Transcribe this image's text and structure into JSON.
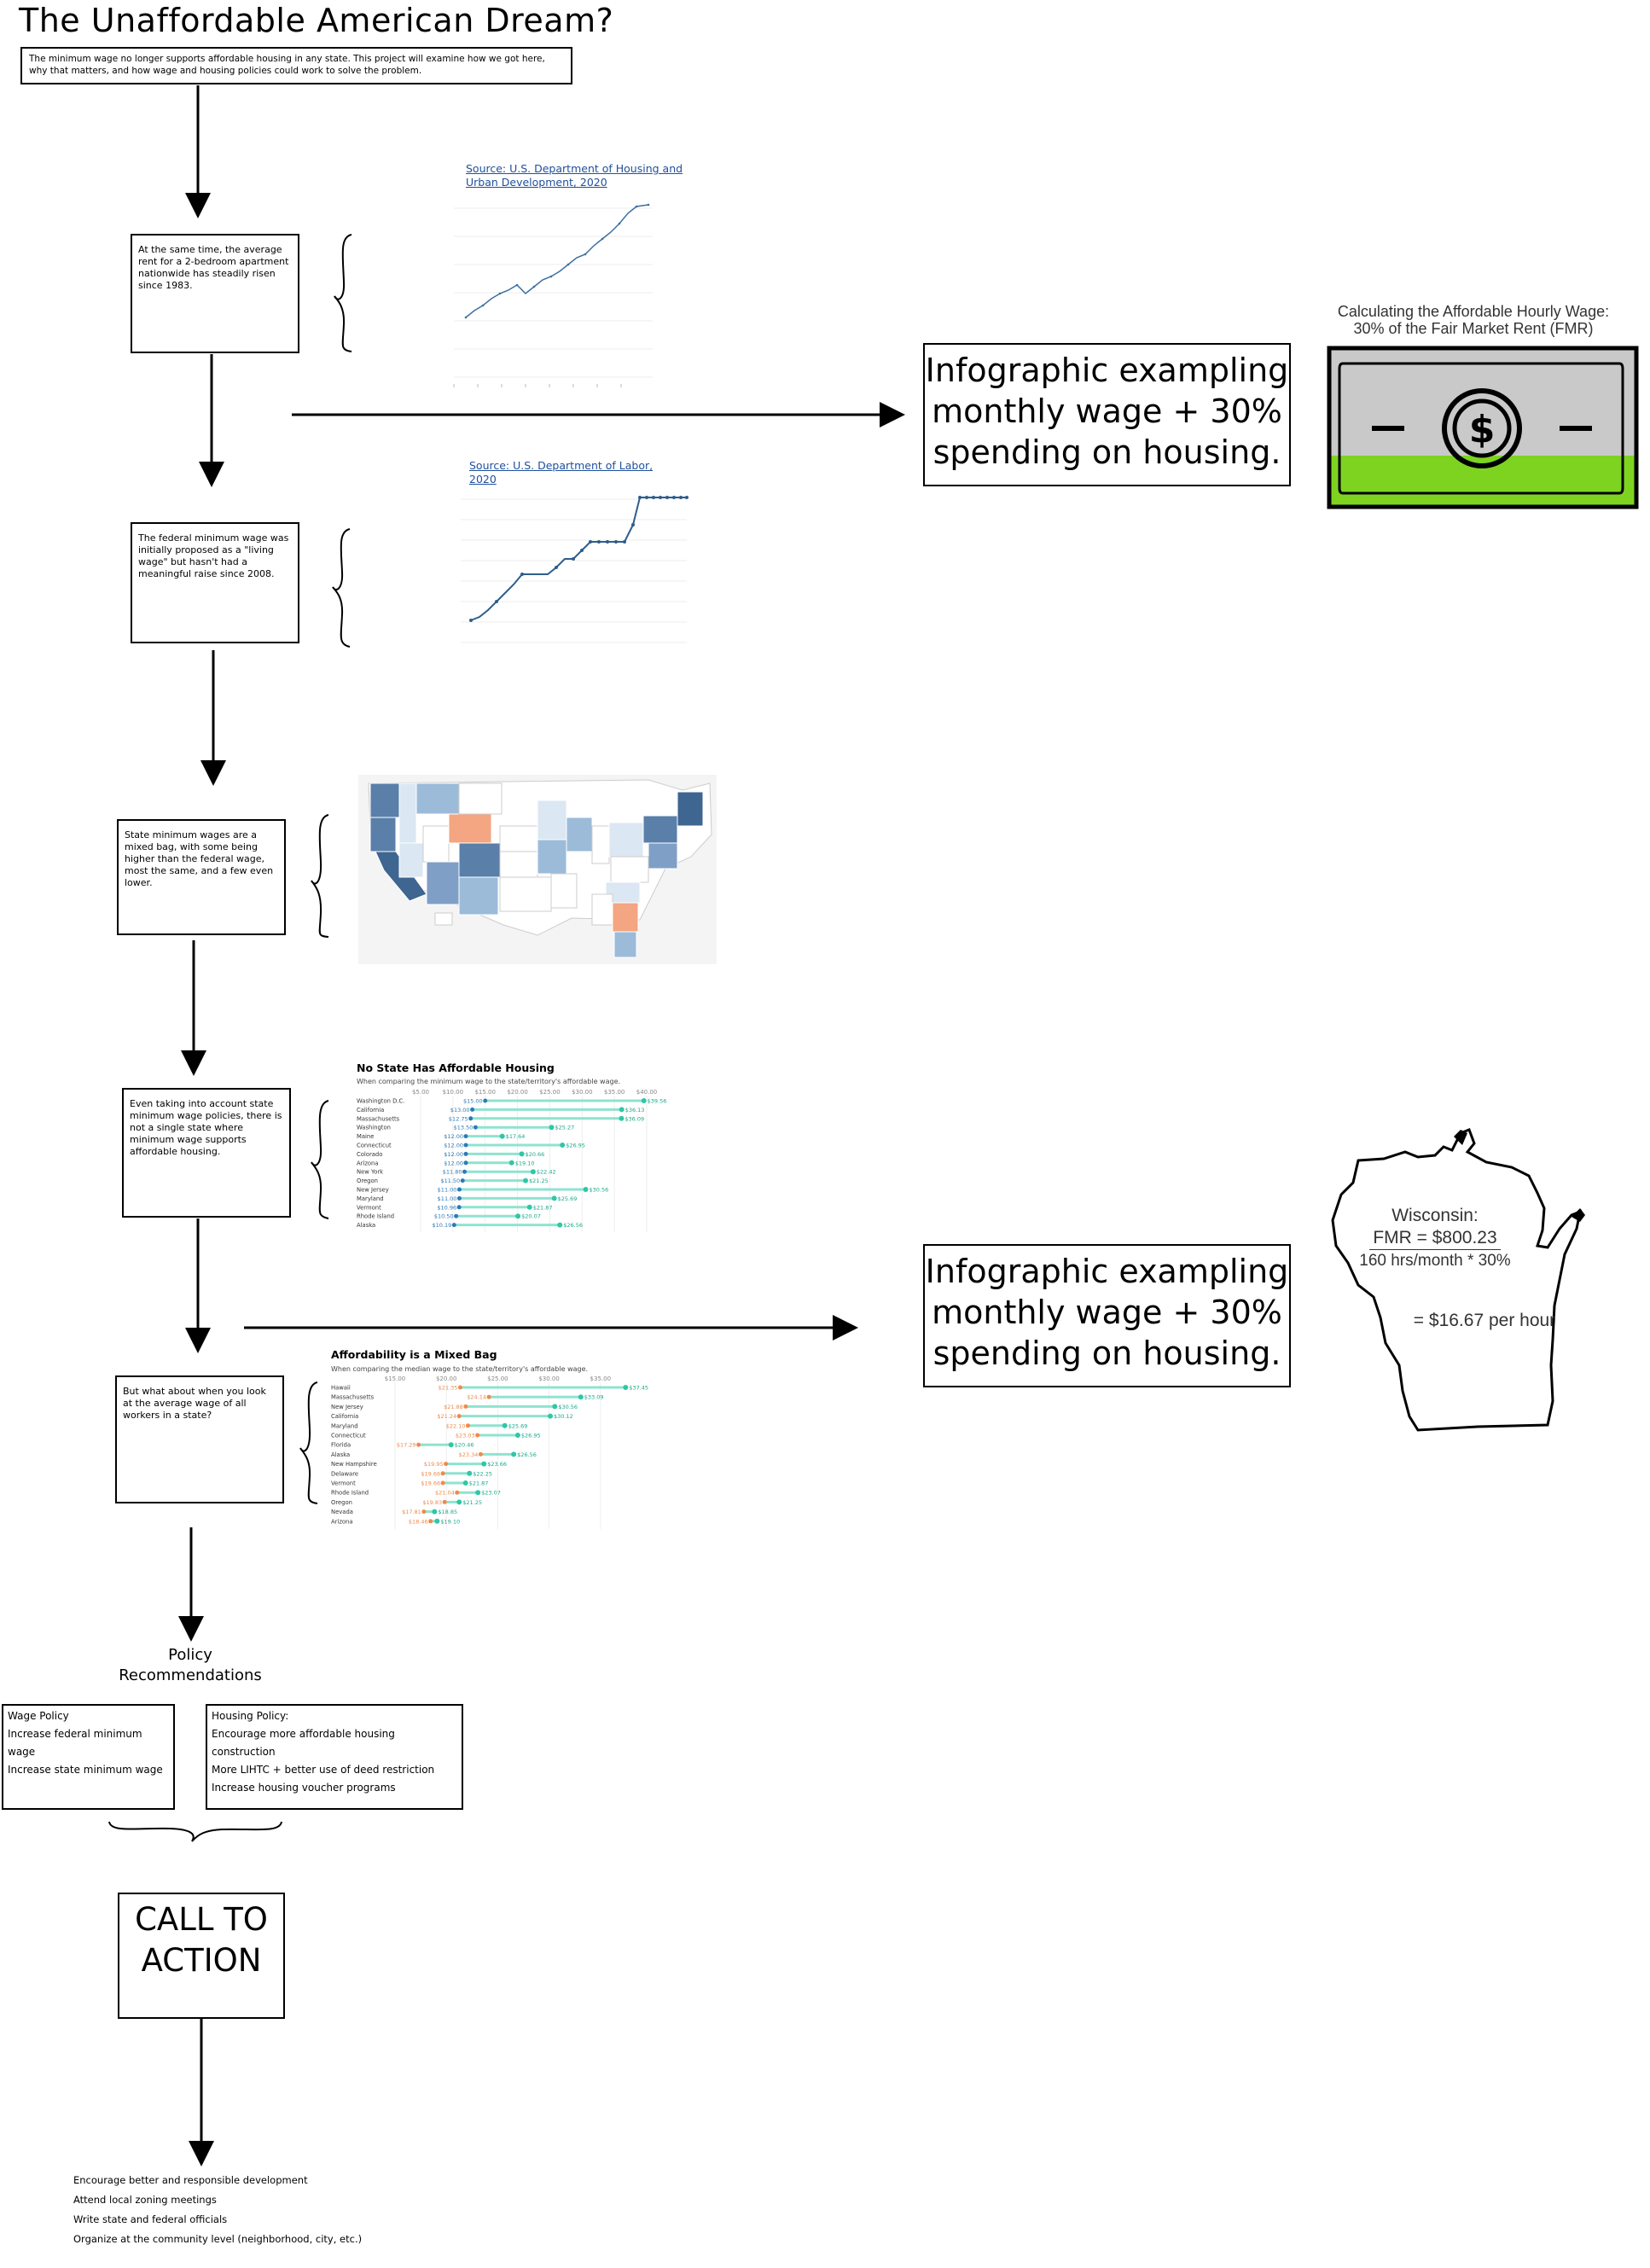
{
  "title": "The Unaffordable American Dream?",
  "intro": "The minimum wage no longer supports affordable housing in any state. This project will examine how we got here, why that matters, and how wage and housing policies could work to solve the problem.",
  "steps": [
    "At the same time, the average rent for a 2-bedroom apartment nationwide has steadily risen since 1983.",
    "The federal minimum wage was initially proposed as a \"living wage\" but hasn't had a meaningful raise since 2008.",
    "State minimum wages are a mixed bag, with some being higher than the federal wage, most the same, and a few even lower.",
    "Even taking into account state minimum wage policies, there is not a single state where minimum wage supports affordable housing.",
    "But what about when you look at the average wage of all workers in a state?"
  ],
  "sources": {
    "hud": "Source: U.S. Department of Housing and Urban Development, 2020",
    "labor": "Source: U.S. Department of Labor, 2020"
  },
  "infographic_text": "Infographic exampling monthly wage + 30% spending on housing.",
  "money_caption": {
    "line1": "Calculating the Affordable Hourly Wage:",
    "line2": "30% of the Fair Market Rent (FMR)"
  },
  "money_icon": "dollar-bill-icon",
  "wisconsin": {
    "label": "Wisconsin:",
    "numerator": "FMR = $800.23",
    "denominator": "160 hrs/month * 30%",
    "result": "= $16.67 per hour"
  },
  "chart_data": [
    {
      "type": "lollipop",
      "title": "No State Has Affordable Housing",
      "subtitle": "When comparing the minimum wage to the state/territory's affordable wage.",
      "x_ticks": [
        "$5.00",
        "$10.00",
        "$15.00",
        "$20.00",
        "$25.00",
        "$30.00",
        "$35.00",
        "$40.00"
      ],
      "rows": [
        {
          "state": "Washington D.C.",
          "min_wage": "$15.00",
          "affordable": "$39.56"
        },
        {
          "state": "California",
          "min_wage": "$13.00",
          "affordable": "$36.13"
        },
        {
          "state": "Massachusetts",
          "min_wage": "$12.75",
          "affordable": "$36.09"
        },
        {
          "state": "Washington",
          "min_wage": "$13.50",
          "affordable": "$25.27"
        },
        {
          "state": "Maine",
          "min_wage": "$12.00",
          "affordable": "$17.64"
        },
        {
          "state": "Connecticut",
          "min_wage": "$12.00",
          "affordable": "$26.95"
        },
        {
          "state": "Colorado",
          "min_wage": "$12.00",
          "affordable": "$20.66"
        },
        {
          "state": "Arizona",
          "min_wage": "$12.00",
          "affordable": "$19.10"
        },
        {
          "state": "New York",
          "min_wage": "$11.80",
          "affordable": "$22.42"
        },
        {
          "state": "Oregon",
          "min_wage": "$11.50",
          "affordable": "$21.25"
        },
        {
          "state": "New Jersey",
          "min_wage": "$11.00",
          "affordable": "$30.56"
        },
        {
          "state": "Maryland",
          "min_wage": "$11.00",
          "affordable": "$25.69"
        },
        {
          "state": "Vermont",
          "min_wage": "$10.96",
          "affordable": "$21.87"
        },
        {
          "state": "Rhode Island",
          "min_wage": "$10.50",
          "affordable": "$20.07"
        },
        {
          "state": "Alaska",
          "min_wage": "$10.19",
          "affordable": "$26.56"
        }
      ]
    },
    {
      "type": "lollipop",
      "title": "Affordability is a Mixed Bag",
      "subtitle": "When comparing the median wage to the state/territory's affordable wage.",
      "x_ticks": [
        "$15.00",
        "$20.00",
        "$25.00",
        "$30.00",
        "$35.00"
      ],
      "rows": [
        {
          "state": "Hawaii",
          "median_wage": "$21.35",
          "affordable": "$37.45"
        },
        {
          "state": "Massachusetts",
          "median_wage": "$24.14",
          "affordable": "$33.09"
        },
        {
          "state": "New Jersey",
          "median_wage": "$21.88",
          "affordable": "$30.56"
        },
        {
          "state": "California",
          "median_wage": "$21.24",
          "affordable": "$30.12"
        },
        {
          "state": "Maryland",
          "median_wage": "$22.10",
          "affordable": "$25.69"
        },
        {
          "state": "Connecticut",
          "median_wage": "$23.03",
          "affordable": "$26.95"
        },
        {
          "state": "Florida",
          "median_wage": "$17.29",
          "affordable": "$20.46"
        },
        {
          "state": "Alaska",
          "median_wage": "$23.34",
          "affordable": "$26.56"
        },
        {
          "state": "New Hampshire",
          "median_wage": "$19.95",
          "affordable": "$23.66"
        },
        {
          "state": "Delaware",
          "median_wage": "$19.66",
          "affordable": "$22.25"
        },
        {
          "state": "Vermont",
          "median_wage": "$19.66",
          "affordable": "$21.87"
        },
        {
          "state": "Rhode Island",
          "median_wage": "$21.04",
          "affordable": "$23.07"
        },
        {
          "state": "Oregon",
          "median_wage": "$19.83",
          "affordable": "$21.25"
        },
        {
          "state": "Nevada",
          "median_wage": "$17.81",
          "affordable": "$18.85"
        },
        {
          "state": "Arizona",
          "median_wage": "$18.46",
          "affordable": "$19.10"
        }
      ]
    }
  ],
  "policy": {
    "heading": "Policy Recommendations",
    "wage": {
      "title": "Wage Policy",
      "items": [
        "Increase federal minimum wage",
        "Increase state minimum wage"
      ]
    },
    "housing": {
      "title": "Housing Policy:",
      "items": [
        "Encourage more affordable housing construction",
        "More LIHTC + better use of deed restriction",
        "Increase housing voucher programs"
      ]
    }
  },
  "cta": {
    "label": "CALL TO ACTION",
    "items": [
      "Encourage better and responsible development",
      "Attend local zoning meetings",
      "Write state and federal officials",
      "Organize at the community level (neighborhood, city, etc.)"
    ]
  },
  "colors": {
    "line": "#3f6fa0",
    "teal": "#2ec7a8",
    "orange": "#ef8a4c",
    "bill_gray": "#c9c9c9",
    "bill_green": "#7ed321"
  }
}
